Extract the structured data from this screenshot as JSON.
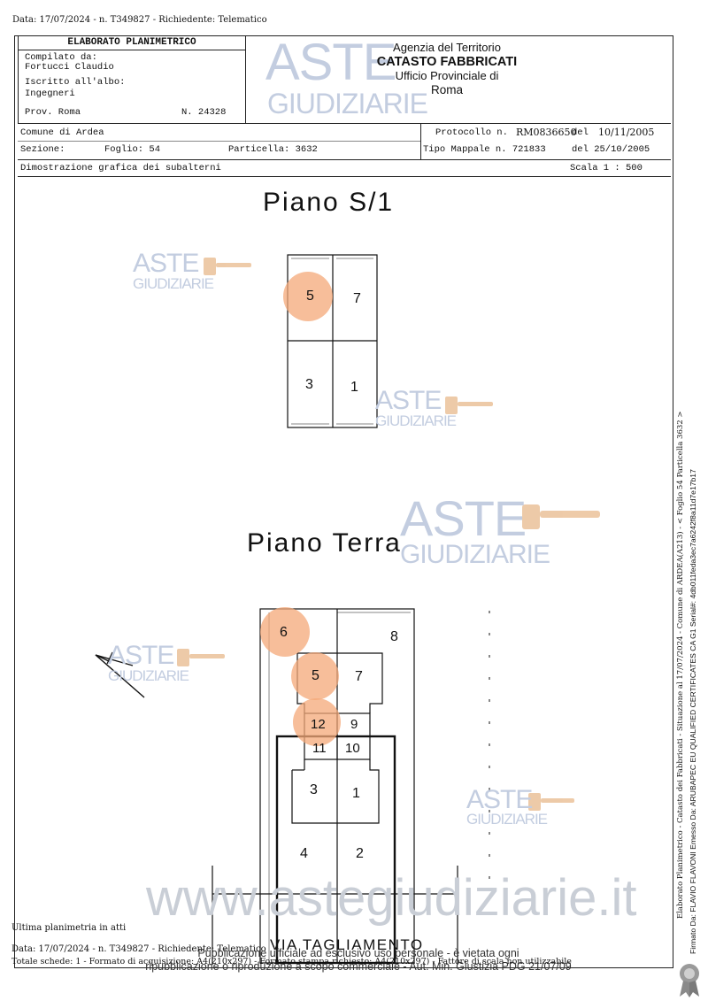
{
  "header_line": "Data: 17/07/2024 - n. T349827 - Richiedente: Telematico",
  "elaborato": {
    "title": "ELABORATO PLANIMETRICO",
    "compilato_label": "Compilato da:",
    "compilato_name": "Fortucci Claudio",
    "iscritto_label": "Iscritto all'albo:",
    "iscritto_value": "Ingegneri",
    "prov": "Prov. Roma",
    "numero": "N. 24328"
  },
  "agency": {
    "line1": "Agenzia del Territorio",
    "line2": "CATASTO FABBRICATI",
    "line3": "Ufficio Provinciale di",
    "line4": "Roma"
  },
  "info": {
    "comune": "Comune di Ardea",
    "sezione": "Sezione:",
    "foglio": "Foglio: 54",
    "particella": "Particella: 3632",
    "protocollo_label": "Protocollo n.",
    "protocollo_num": "RM0836650",
    "protocollo_del": "del",
    "protocollo_date": "10/11/2005",
    "tipo_mappale": "Tipo Mappale n. 721833",
    "tipo_del": "del 25/10/2005",
    "dimostrazione": "Dimostrazione grafica dei subalterni",
    "scala": "Scala 1 : 500"
  },
  "plan": {
    "piano_s1": "Piano S/1",
    "piano_terra": "Piano Terra",
    "s1_units": [
      "5",
      "7",
      "3",
      "1"
    ],
    "terra_units": [
      "6",
      "8",
      "5",
      "7",
      "12",
      "9",
      "11",
      "10",
      "3",
      "1",
      "4",
      "2"
    ],
    "street": "VIA TAGLIAMENTO"
  },
  "watermark": {
    "aste": "ASTE",
    "giudiziarie": "GIUDIZIARIE",
    "site": "www.astegiudiziarie.it"
  },
  "footer": {
    "ultima": "Ultima planimetria in atti",
    "line1": "Data: 17/07/2024 - n. T349827 - Richiedente: Telematico",
    "line2": "Totale schede: 1 - Formato di acquisizione: A4(210x297) - Formato stampa richiesto: A4(210x297) - Fattore di scala non utilizzabile",
    "pub1": "Pubblicazione ufficiale ad esclusivo uso personale - è vietata ogni",
    "pub2": "ripubblicazione o riproduzione a scopo commerciale - Aut. Min. Giustizia PDG 21/07/09"
  },
  "side": {
    "line1": "Elaborato Planimetrico - Catasto dei Fabbricati - Situazione al 17/07/2024 - Comune di ARDEA(A213) - < Foglio 54 Particella 3632 >",
    "line2": "Firmato Da: FLAVIO FLAVONI Emesso Da: ARUBAPEC EU QUALIFIED CERTIFICATES CA G1 Serial#: 4db011feda3ec7a6242f8a11d7e17b17"
  },
  "colors": {
    "highlight": "#f4a878",
    "watermark": "#c3cde0",
    "gavel": "#e8b98c"
  }
}
